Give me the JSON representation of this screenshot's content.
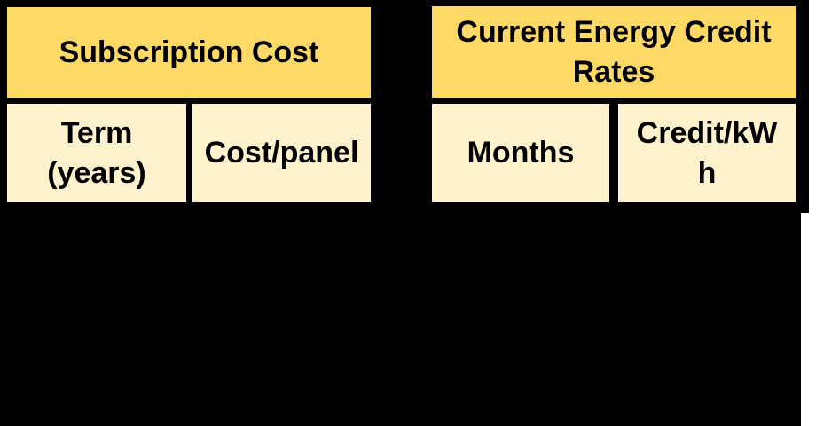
{
  "colors": {
    "page_bg": "#FFFFFF",
    "canvas_bg": "#000000",
    "header_fill": "#FFD966",
    "cell_fill": "#FFF2CC",
    "text_color": "#000000"
  },
  "tables": [
    {
      "title": "Subscription Cost",
      "columns": [
        {
          "label": "Term (years)"
        },
        {
          "label": "Cost/panel"
        }
      ]
    },
    {
      "title": "Current Energy Credit Rates",
      "columns": [
        {
          "label": "Months"
        },
        {
          "label": "Credit/kWh"
        }
      ]
    }
  ]
}
